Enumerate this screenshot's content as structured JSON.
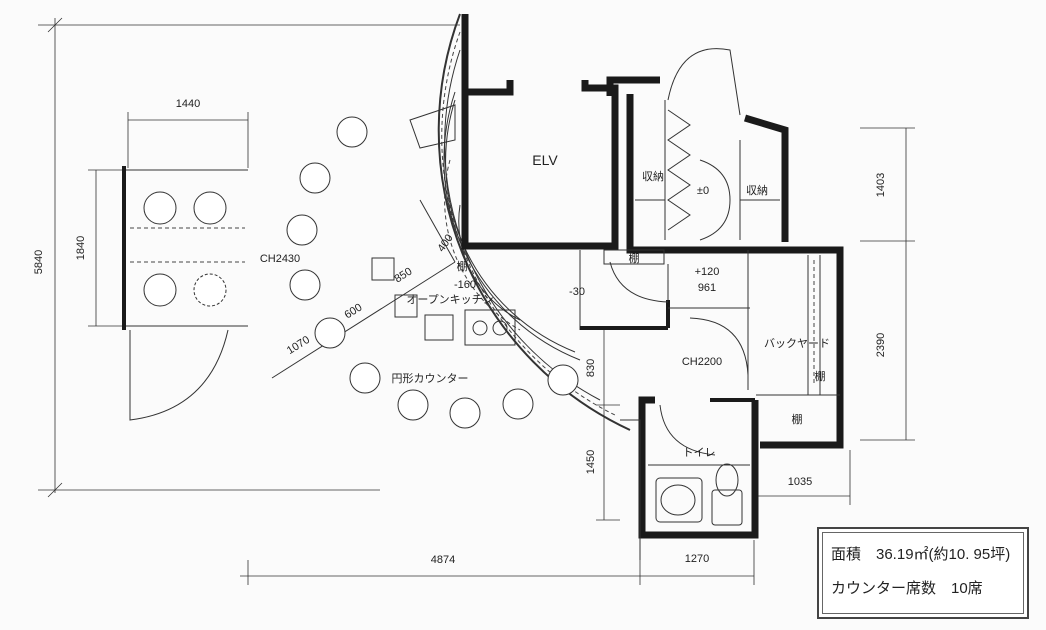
{
  "rooms": {
    "elv": "ELV",
    "storage_left": "収納",
    "storage_right": "収納",
    "level_zero": "±0",
    "shelf_a": "棚",
    "shelf_b": "棚",
    "shelf_c": "棚",
    "shelf_d": "棚",
    "open_kitchen": "オープンキッチン",
    "round_counter": "円形カウンター",
    "backyard": "バックヤード",
    "toilet": "トイレ"
  },
  "levels": {
    "kitchen": "-160",
    "corridor": "-30",
    "backyard": "+120",
    "backyard_sub": "961"
  },
  "ceilings": {
    "main": "CH2430",
    "back": "CH2200"
  },
  "dimensions": {
    "overall_height": "5840",
    "table_area_height": "1840",
    "table_area_width": "1440",
    "radius_inner": "400",
    "radius_kitchen": "850",
    "radius_counter": "600",
    "radius_seating": "1070",
    "corridor_gap": "830",
    "toilet_height": "1450",
    "overall_width": "4874",
    "toilet_width": "1270",
    "backyard_width": "1035",
    "storage_height": "1403",
    "backyard_height": "2390"
  },
  "summary": {
    "area": "面積　36.19㎡(約10. 95坪)",
    "seats": "カウンター席数　10席"
  }
}
